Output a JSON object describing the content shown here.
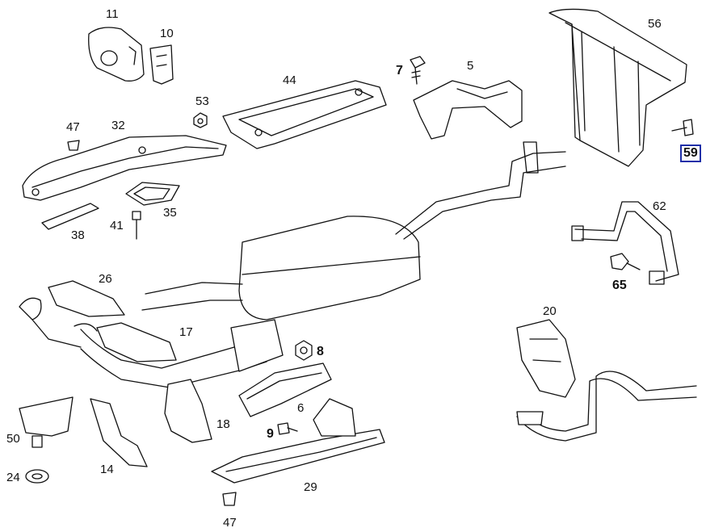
{
  "callouts": {
    "p11": "11",
    "p10": "10",
    "p56": "56",
    "p7": "7",
    "p5": "5",
    "p44": "44",
    "p53": "53",
    "p47a": "47",
    "p32": "32",
    "p59": "59",
    "p62": "62",
    "p41": "41",
    "p35": "35",
    "p38": "38",
    "p65": "65",
    "p26": "26",
    "p20": "20",
    "p17": "17",
    "p8": "8",
    "p6": "6",
    "p18": "18",
    "p9": "9",
    "p50": "50",
    "p14": "14",
    "p24": "24",
    "p29": "29",
    "p47b": "47"
  },
  "colors": {
    "line": "#111111",
    "highlight_box": "#1f2fa8",
    "background": "#ffffff"
  }
}
